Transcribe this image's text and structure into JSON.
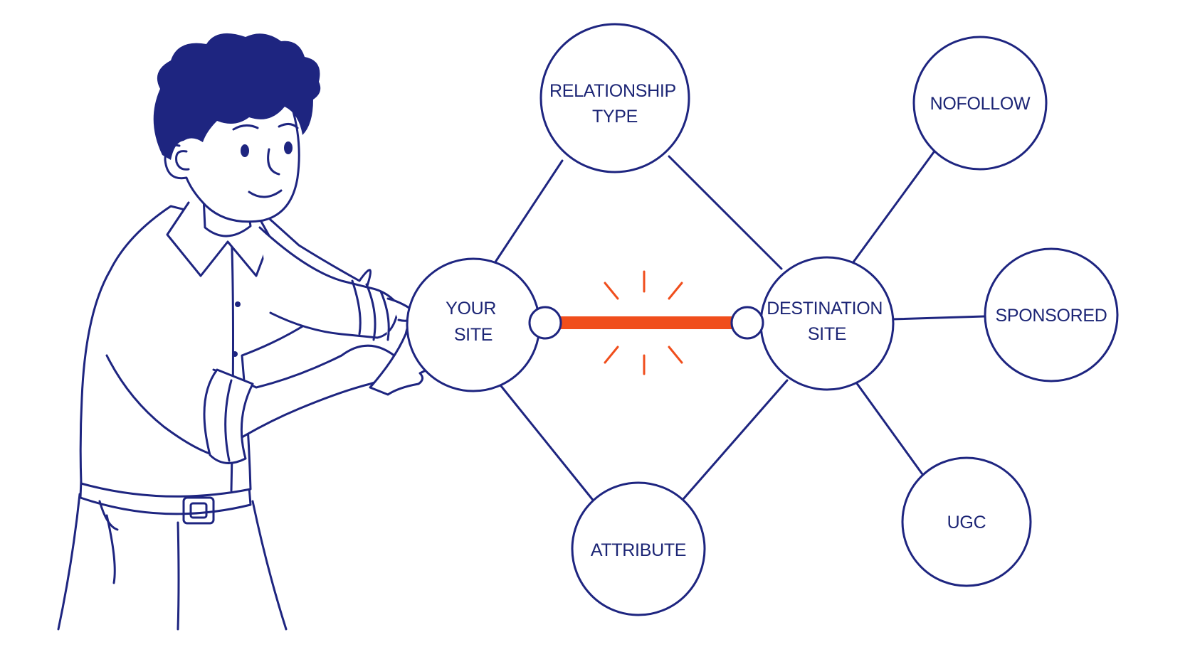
{
  "diagram": {
    "colors": {
      "line": "#1e2580",
      "text": "#1c2575",
      "link": "#f04e1c",
      "background": "#ffffff"
    },
    "nodes": {
      "your_site": {
        "line1": "YOUR",
        "line2": "SITE"
      },
      "relationship_type": {
        "line1": "RELATIONSHIP",
        "line2": "TYPE"
      },
      "attribute": {
        "line1": "ATTRIBUTE"
      },
      "destination_site": {
        "line1": "DESTINATION",
        "line2": "SITE"
      },
      "nofollow": {
        "line1": "NOFOLLOW"
      },
      "sponsored": {
        "line1": "SPONSORED"
      },
      "ugc": {
        "line1": "UGC"
      }
    }
  }
}
